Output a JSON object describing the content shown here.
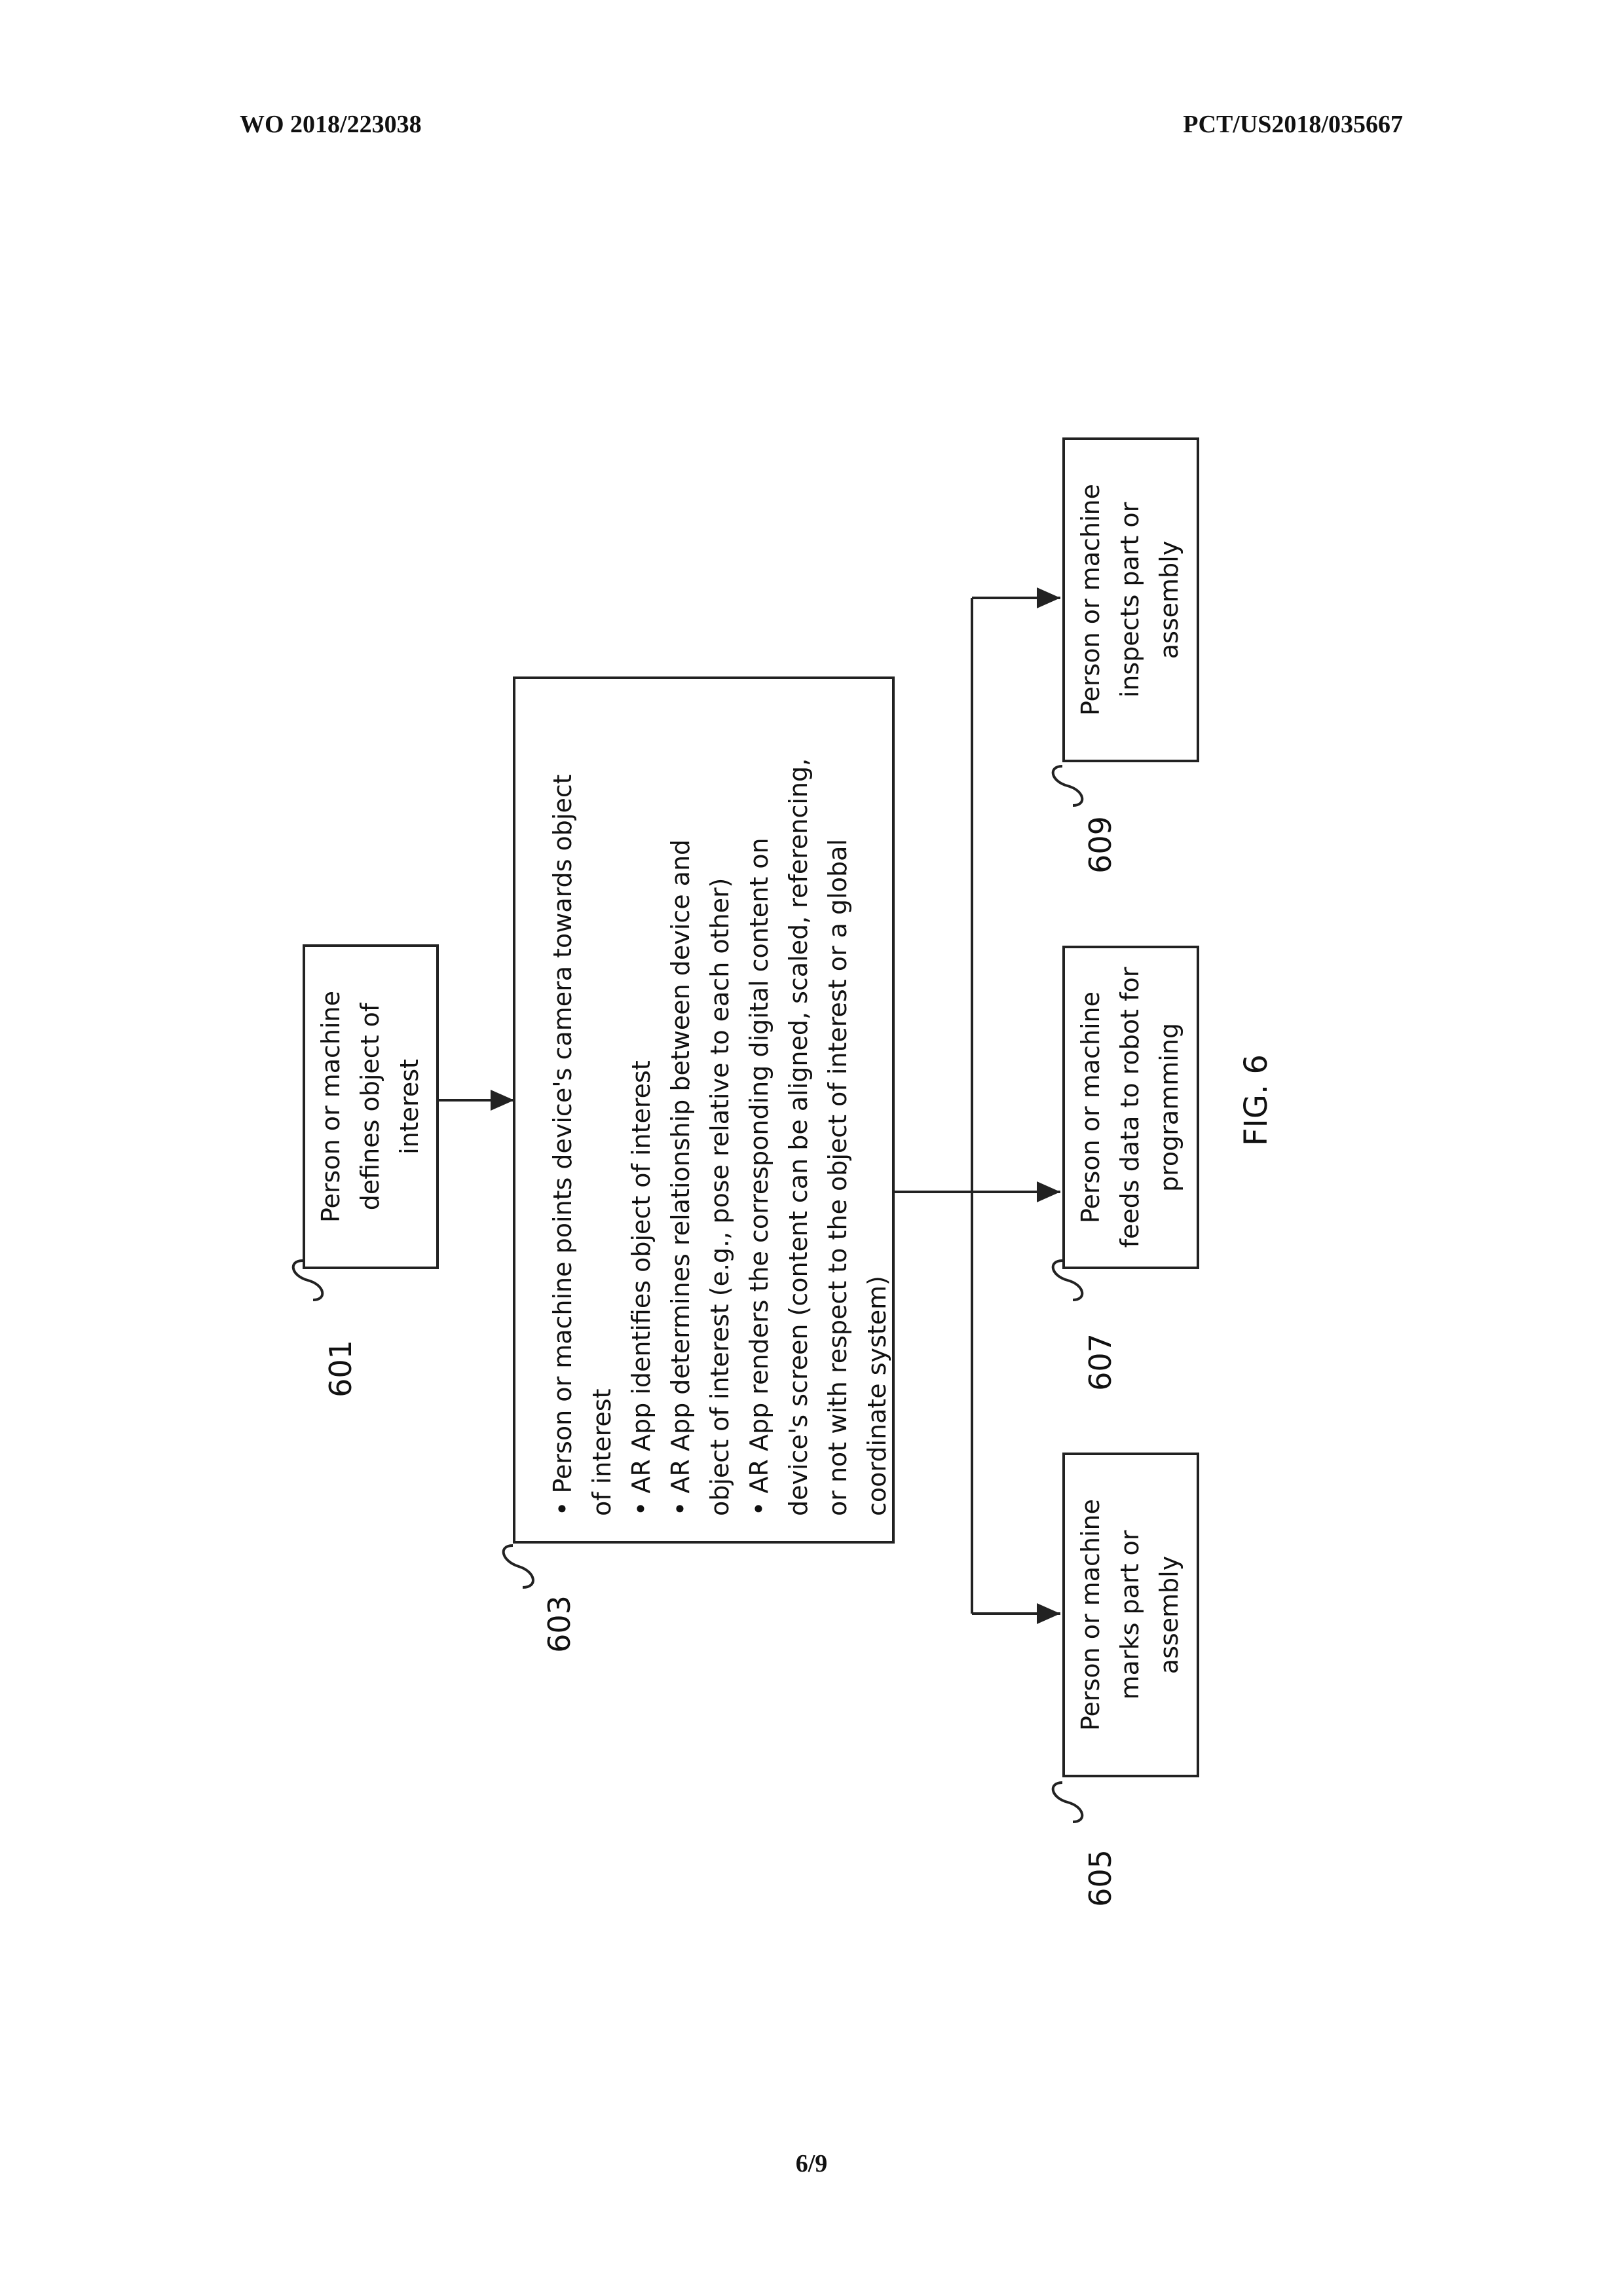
{
  "header": {
    "left": "WO 2018/223038",
    "right": "PCT/US2018/035667"
  },
  "page_number": "6/9",
  "figure_label": "FIG. 6",
  "nodes": {
    "n601": {
      "ref": "601",
      "lines": [
        "Person or machine",
        "defines object of",
        "interest"
      ]
    },
    "n603": {
      "ref": "603",
      "lines": [
        "•  Person or machine points device's camera towards object",
        "    of interest",
        "•  AR App identifies object of interest",
        "•  AR App determines relationship between device and",
        "    object of interest (e.g., pose relative to each other)",
        "•  AR App renders the corresponding digital content on",
        "    device's screen (content can be aligned, scaled, referencing,",
        "    or not with respect to the object of interest or a global",
        "    coordinate system)"
      ]
    },
    "n605": {
      "ref": "605",
      "lines": [
        "Person or machine",
        "marks part or",
        "assembly"
      ]
    },
    "n607": {
      "ref": "607",
      "lines": [
        "Person or machine",
        "feeds data to robot for",
        "programming"
      ]
    },
    "n609": {
      "ref": "609",
      "lines": [
        "Person or machine",
        "inspects part or",
        "assembly"
      ]
    }
  }
}
